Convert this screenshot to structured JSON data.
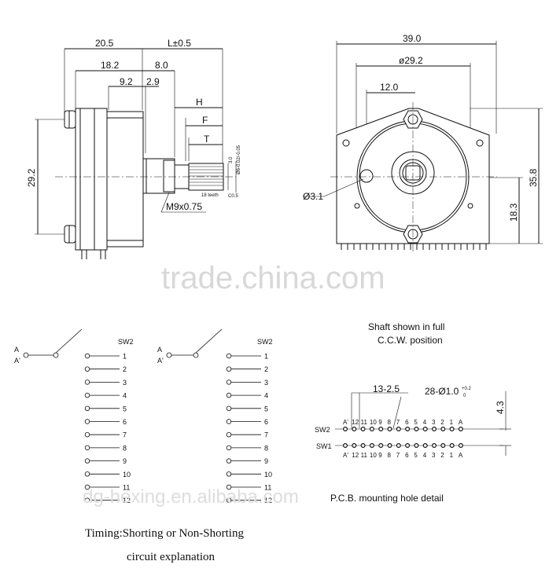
{
  "side_view": {
    "dims": {
      "d205": "20.5",
      "dL": "L±0.5",
      "d182": "18.2",
      "d80": "8.0",
      "d92": "9.2",
      "d29": "2.9",
      "dH": "H",
      "dF": "F",
      "dT": "T",
      "d292": "29.2",
      "d30": "3.0",
      "d6": "Ø6-0.02/-0.05",
      "teeth": "18 teeth",
      "c05": "C0.5",
      "thread": "M9x0.75"
    }
  },
  "front_view": {
    "dims": {
      "d390": "39.0",
      "d292": "ø29.2",
      "d120": "12.0",
      "d31": "Ø3.1",
      "d358": "35.8",
      "d183": "18.3"
    }
  },
  "watermarks": {
    "main": "trade.china.com",
    "bottom": "dg-hexing.en.alibaba.com"
  },
  "circuits": {
    "sw_label": "SW2",
    "pole_a": "A",
    "pole_a2": "A'",
    "positions": [
      "1",
      "2",
      "3",
      "4",
      "5",
      "6",
      "7",
      "8",
      "9",
      "10",
      "11",
      "12"
    ]
  },
  "timing_text": "Timing:Shorting or Non-Shorting",
  "circuit_caption": "circuit explanation",
  "pcb": {
    "title_line1": "Shaft shown in full",
    "title_line2": "C.C.W. position",
    "pitch": "13-2.5",
    "holes": "28-Ø1.0",
    "tol_upper": "+0.2",
    "tol_lower": "0",
    "row_gap": "4.3",
    "sw2": "SW2",
    "sw1": "SW1",
    "pin_labels": [
      "A'",
      "12",
      "11",
      "10",
      "9",
      "8",
      "7",
      "6",
      "5",
      "4",
      "3",
      "2",
      "1",
      "A"
    ],
    "caption": "P.C.B. mounting hole detail"
  }
}
